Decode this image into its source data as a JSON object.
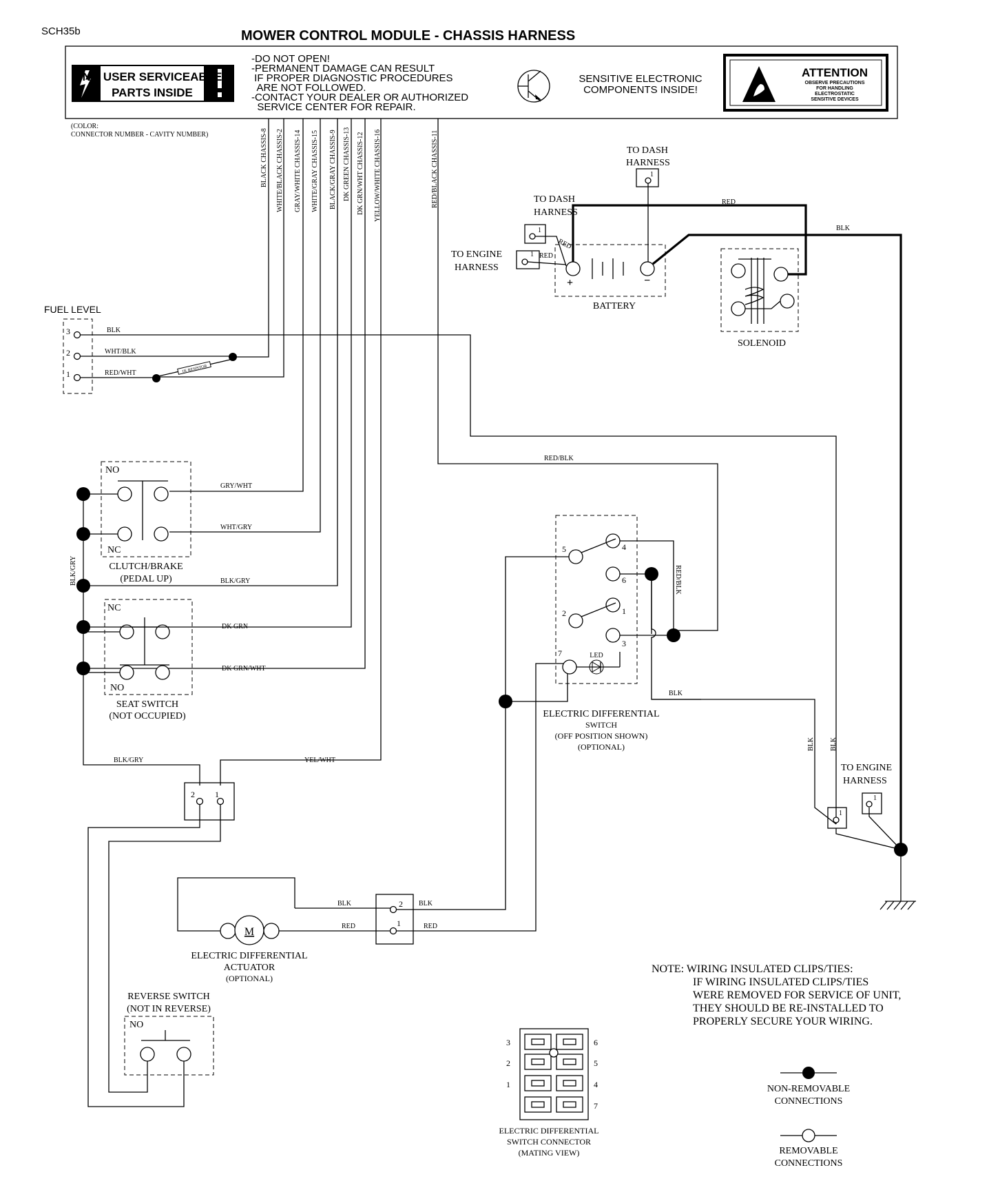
{
  "doc": {
    "code": "SCH35b",
    "title": "MOWER CONTROL MODULE - CHASSIS HARNESS"
  },
  "banner": {
    "no_user_line1": "NO USER SERVICEABLE",
    "no_user_line2": "PARTS INSIDE",
    "warning_lines": [
      "-DO NOT OPEN!",
      "-PERMANENT DAMAGE CAN RESULT",
      " IF PROPER DIAGNOSTIC PROCEDURES",
      "  ARE NOT FOLLOWED.",
      "-CONTACT YOUR DEALER OR AUTHORIZED",
      "  SERVICE CENTER FOR REPAIR."
    ],
    "sensitive_line1": "SENSITIVE ELECTRONIC",
    "sensitive_line2": "COMPONENTS INSIDE!",
    "attention": "ATTENTION",
    "attention_sub": [
      "OBSERVE PRECAUTIONS",
      "FOR HANDLING",
      "ELECTROSTATIC",
      "SENSITIVE DEVICES"
    ]
  },
  "legend_color": {
    "line1": "(COLOR:",
    "line2": "CONNECTOR NUMBER - CAVITY NUMBER)"
  },
  "harness_wires": [
    "BLACK CHASSIS-8",
    "WHITE/BLACK CHASSIS-2",
    "GRAY/WHITE CHASSIS-14",
    "WHITE/GRAY CHASSIS-15",
    "BLACK/GRAY CHASSIS-9",
    "DK GREEN CHASSIS-13",
    "DK GRN/WHT CHASSIS-12",
    "YELLOW/WHITE CHASSIS-16",
    "RED/BLACK CHASSIS-11"
  ],
  "components": {
    "fuel_level": "FUEL LEVEL",
    "fuel_pins": [
      "3",
      "2",
      "1"
    ],
    "resistor": "1K RESISTOR",
    "clutch_line1": "CLUTCH/BRAKE",
    "clutch_line2": "(PEDAL UP)",
    "seat_line1": "SEAT SWITCH",
    "seat_line2": "(NOT OCCUPIED)",
    "no": "NO",
    "nc": "NC",
    "battery": "BATTERY",
    "solenoid": "SOLENOID",
    "to_dash_harness_1": [
      "TO DASH",
      "HARNESS"
    ],
    "to_dash_harness_2": [
      "TO DASH",
      "HARNESS"
    ],
    "to_engine_harness_1": [
      "TO ENGINE",
      "HARNESS"
    ],
    "to_engine_harness_2": [
      "TO ENGINE",
      "HARNESS"
    ],
    "pin_one": "1",
    "pin_two": "2",
    "diff_switch": [
      "ELECTRIC DIFFERENTIAL",
      "SWITCH",
      "(OFF POSITION SHOWN)",
      "(OPTIONAL)"
    ],
    "diff_switch_pins": [
      "5",
      "4",
      "6",
      "2",
      "1",
      "3",
      "7"
    ],
    "led": "LED",
    "actuator": [
      "ELECTRIC DIFFERENTIAL",
      "ACTUATOR",
      "(OPTIONAL)"
    ],
    "motor": "M",
    "reverse": [
      "REVERSE SWITCH",
      "(NOT IN REVERSE)"
    ],
    "connector": [
      "ELECTRIC DIFFERENTIAL",
      "SWITCH CONNECTOR",
      "(MATING VIEW)"
    ],
    "connector_pins_left": [
      "3",
      "2",
      "1"
    ],
    "connector_pins_right": [
      "6",
      "5",
      "4",
      "7"
    ]
  },
  "wire_labels": {
    "blk": "BLK",
    "red": "RED",
    "wht_blk": "WHT/BLK",
    "red_wht": "RED/WHT",
    "gry_wht": "GRY/WHT",
    "wht_gry": "WHT/GRY",
    "blk_gry": "BLK/GRY",
    "dk_grn": "DK GRN",
    "dk_grn_wht": "DK GRN/WHT",
    "yel_wht": "YEL/WHT",
    "red_blk": "RED/BLK"
  },
  "note": {
    "lines": [
      "NOTE: WIRING INSULATED CLIPS/TIES:",
      "IF WIRING INSULATED CLIPS/TIES",
      "WERE REMOVED FOR SERVICE OF UNIT,",
      "THEY SHOULD BE RE-INSTALLED TO",
      "PROPERLY SECURE YOUR WIRING."
    ]
  },
  "legend": {
    "non_removable": [
      "NON-REMOVABLE",
      "CONNECTIONS"
    ],
    "removable": [
      "REMOVABLE",
      "CONNECTIONS"
    ]
  }
}
